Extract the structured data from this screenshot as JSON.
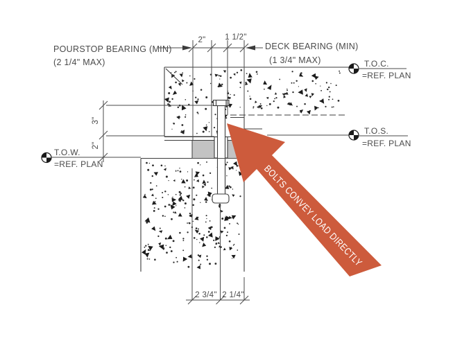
{
  "labels": {
    "pourstop_bearing": "POURSTOP BEARING (MIN)",
    "pourstop_max": "(2 1/4\" MAX)",
    "deck_bearing": "DECK BEARING (MIN)",
    "deck_max": "(1 3/4\" MAX)",
    "toc": "T.O.C.",
    "toc_ref": "=REF. PLAN",
    "tos": "T.O.S.",
    "tos_ref": "=REF. PLAN",
    "tow": "T.O.W.",
    "tow_ref": "=REF. PLAN"
  },
  "dimensions": {
    "pourstop_width": "2\"",
    "deck_gap": "1 1/2\"",
    "bolt_projection": "3\"",
    "plate_zone": "2\"",
    "wall_bottom_left": "2 3/4\"",
    "wall_bottom_right": "2 1/4\""
  },
  "callout": {
    "text": "BOLTS CONVEY LOAD DIRECTLY"
  },
  "colors": {
    "arrow": "#cd5b3c",
    "plate_gray": "#c3c3c3"
  }
}
